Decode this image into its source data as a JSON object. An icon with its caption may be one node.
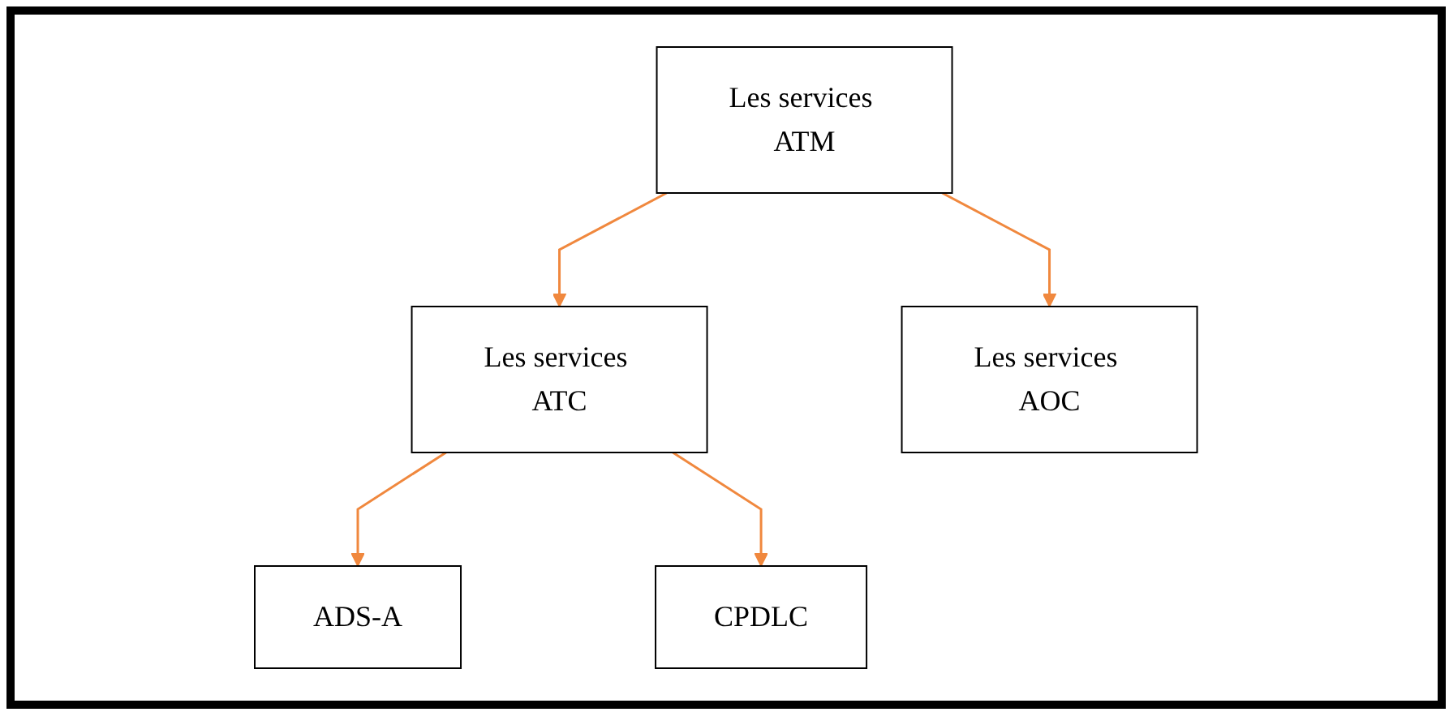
{
  "diagram": {
    "nodes": [
      {
        "text": [
          "Les services ATM"
        ]
      },
      {
        "text": [
          "Les services ATC"
        ]
      },
      {
        "text": [
          "Les services AOC"
        ]
      },
      {
        "text": [
          "ADS-A"
        ]
      },
      {
        "text": [
          "CPDLC"
        ]
      }
    ],
    "edges": [
      {
        "from": 0,
        "to": 1,
        "arrow": "to"
      },
      {
        "from": 0,
        "to": 2,
        "arrow": "to"
      },
      {
        "from": 1,
        "to": 3,
        "arrow": "to"
      },
      {
        "from": 1,
        "to": 4,
        "arrow": "to"
      }
    ]
  }
}
